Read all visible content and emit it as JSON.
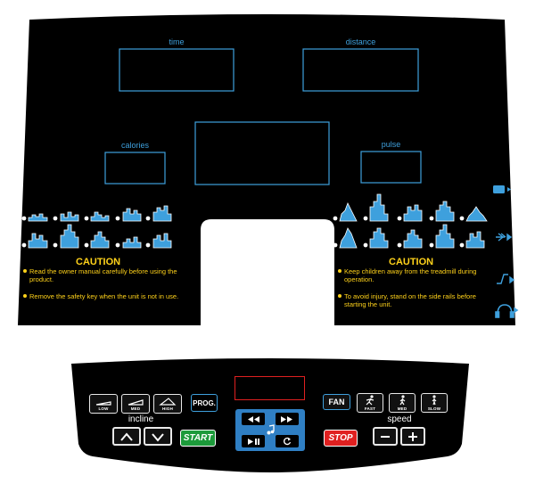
{
  "display": {
    "time_label": "time",
    "distance_label": "distance",
    "calories_label": "calories",
    "pulse_label": "pulse"
  },
  "caution_left": {
    "title": "CAUTION",
    "items": [
      "Read the owner manual carefully before using the product.",
      "Remove the safety key when the unit is not in use."
    ]
  },
  "caution_right": {
    "title": "CAUTION",
    "items": [
      "Keep children away from the treadmill during operation.",
      "To avoid injury, stand on the side rails before starting the unit."
    ]
  },
  "program_keys": {
    "low": "LOW",
    "med": "MED",
    "high": "HIGH",
    "prog": "PROG."
  },
  "incline_label": "incline",
  "start_label": "START",
  "stop_label": "STOP",
  "fan_label": "FAN",
  "speed_keys": {
    "fast": "FAST",
    "med": "MED",
    "slow": "SLOW"
  },
  "speed_label": "speed",
  "colors": {
    "panel": "#000000",
    "display_outline": "#3ea0dd",
    "caution_text": "#ffd21a",
    "program_bars": "#3ea0dd",
    "media_panel": "#2f7fc4",
    "start_key": "#1c9a3a",
    "stop_key": "#e02020",
    "readout_outline": "#e02020"
  },
  "icons": {
    "media_panel": [
      "rewind-icon",
      "fast-forward-icon",
      "music-note-icon",
      "play-pause-icon",
      "repeat-icon"
    ],
    "side_icons": [
      "tv-icon",
      "running-belt-icon",
      "music-icon",
      "headphones-icon"
    ],
    "incline_keys": [
      "chevron-up-icon",
      "chevron-down-icon"
    ],
    "speed_keys": [
      "minus-icon",
      "plus-icon"
    ]
  }
}
